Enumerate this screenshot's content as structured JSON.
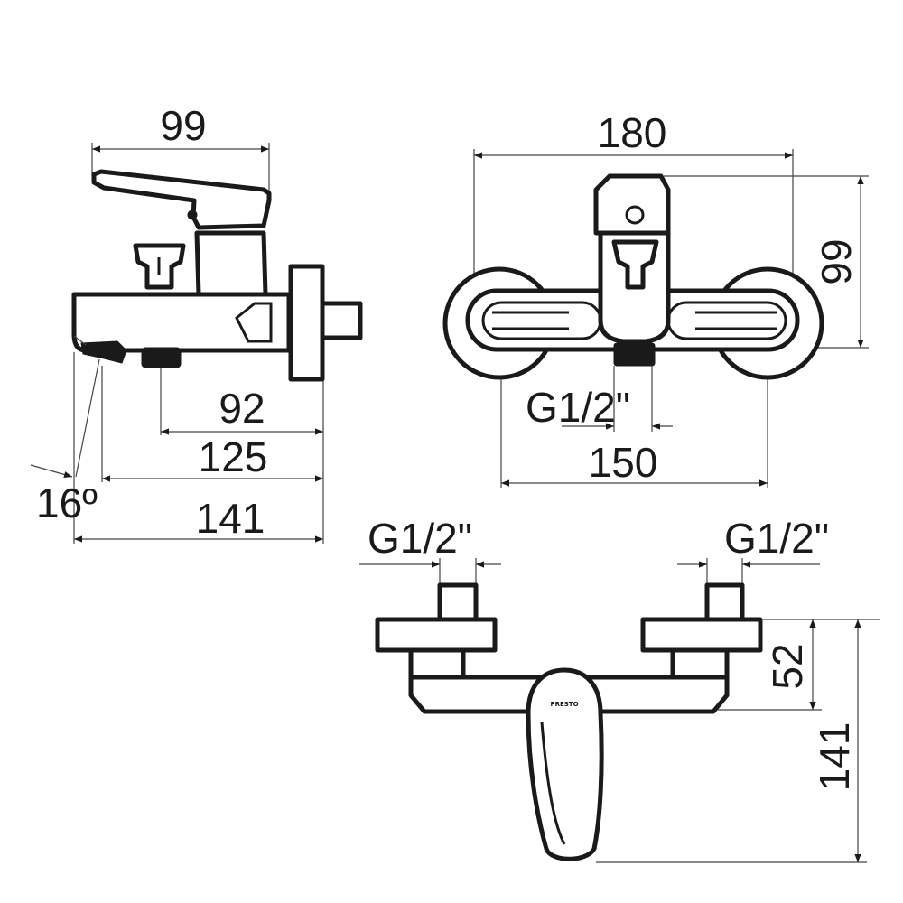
{
  "side_view": {
    "dim_top_width": "99",
    "dim_outlet": "92",
    "dim_spout": "125",
    "dim_total_depth": "141",
    "angle": "16º"
  },
  "front_view": {
    "dim_total_width": "180",
    "dim_height": "99",
    "dim_outlet_thread": "G1/2\"",
    "dim_centers": "150"
  },
  "bottom_view": {
    "dim_thread_left": "G1/2\"",
    "dim_thread_right": "G1/2\"",
    "dim_body_height": "52",
    "dim_total_height": "141",
    "brand_logo": "PRESTO"
  }
}
